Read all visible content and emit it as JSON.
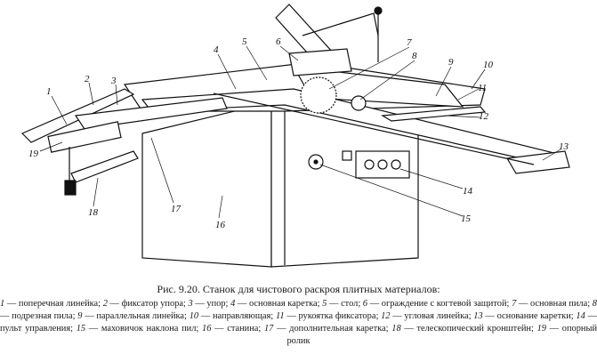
{
  "figure": {
    "callouts": [
      "1",
      "2",
      "3",
      "4",
      "5",
      "6",
      "7",
      "8",
      "9",
      "10",
      "11",
      "12",
      "13",
      "14",
      "15",
      "16",
      "17",
      "18",
      "19"
    ],
    "caption_title": "Рис. 9.20. Станок для чистового раскроя плитных материалов:",
    "legend": [
      {
        "num": "1",
        "text": "поперечная линейка"
      },
      {
        "num": "2",
        "text": "фиксатор упора"
      },
      {
        "num": "3",
        "text": "упор"
      },
      {
        "num": "4",
        "text": "основная каретка"
      },
      {
        "num": "5",
        "text": "стол"
      },
      {
        "num": "6",
        "text": "ограждение с когтевой защитой"
      },
      {
        "num": "7",
        "text": "основная пила"
      },
      {
        "num": "8",
        "text": "подрезная пила"
      },
      {
        "num": "9",
        "text": "параллельная линейка"
      },
      {
        "num": "10",
        "text": "направляющая"
      },
      {
        "num": "11",
        "text": "рукоятка фиксатора"
      },
      {
        "num": "12",
        "text": "угловая линейка"
      },
      {
        "num": "13",
        "text": "основание каретки"
      },
      {
        "num": "14",
        "text": "пульт управления"
      },
      {
        "num": "15",
        "text": "маховичок наклона пил"
      },
      {
        "num": "16",
        "text": "станина"
      },
      {
        "num": "17",
        "text": "дополнительная каретка"
      },
      {
        "num": "18",
        "text": "телескопический кронштейн"
      },
      {
        "num": "19",
        "text": "опорный ролик"
      }
    ]
  }
}
